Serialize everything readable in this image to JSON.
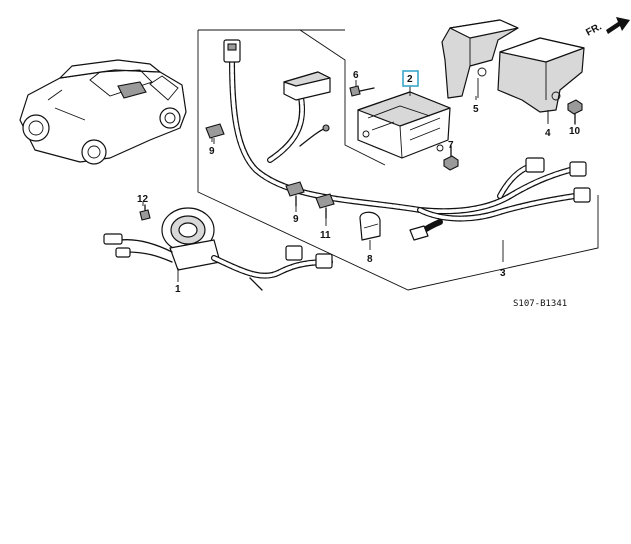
{
  "diagram": {
    "code": "S107-B1341",
    "direction_label": "FR.",
    "highlight_color": "#3aa7c9",
    "parts": [
      {
        "id": "p1",
        "number": "1"
      },
      {
        "id": "p2",
        "number": "2"
      },
      {
        "id": "p3",
        "number": "3"
      },
      {
        "id": "p4",
        "number": "4"
      },
      {
        "id": "p5",
        "number": "5"
      },
      {
        "id": "p6",
        "number": "6"
      },
      {
        "id": "p7",
        "number": "7"
      },
      {
        "id": "p8",
        "number": "8"
      },
      {
        "id": "p9a",
        "number": "9"
      },
      {
        "id": "p9b",
        "number": "9"
      },
      {
        "id": "p10",
        "number": "10"
      },
      {
        "id": "p11",
        "number": "11"
      },
      {
        "id": "p12",
        "number": "12"
      }
    ]
  }
}
